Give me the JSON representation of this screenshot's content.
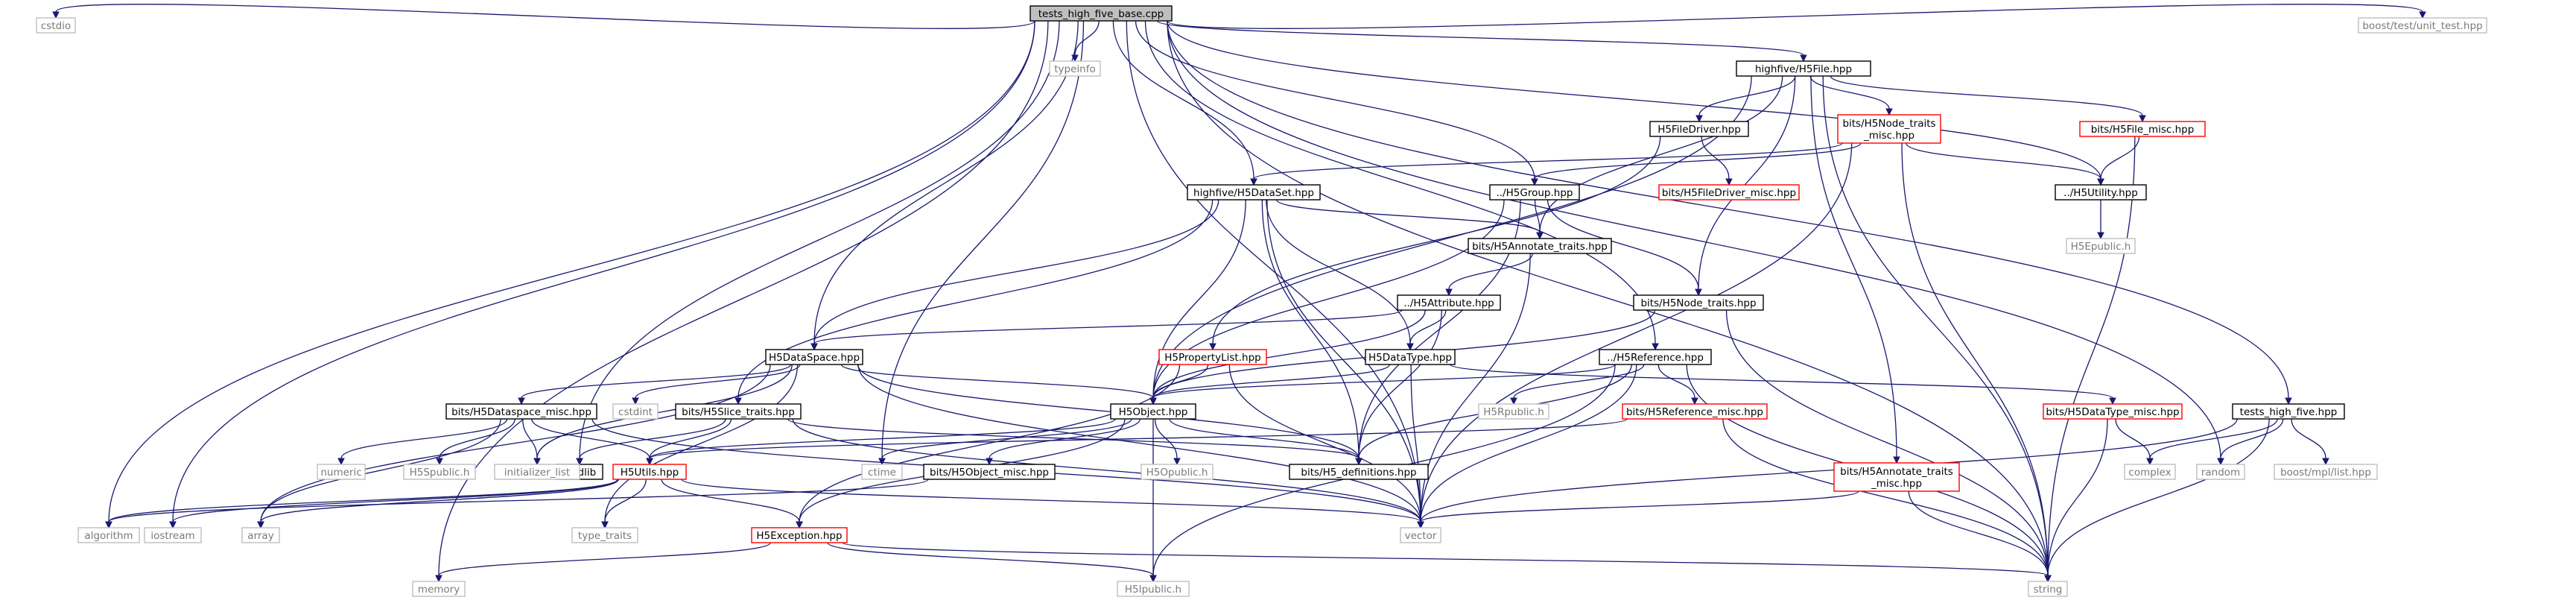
{
  "colors": {
    "edge": "#191970",
    "root_fill": "#bfbfbf",
    "border_black": "#000000",
    "border_red": "#ff0000",
    "border_grey": "#bfbfbf",
    "text": "#000000",
    "text_grey": "#7a7a7a"
  },
  "nodes": [
    {
      "id": "root",
      "lines": [
        "tests_high_five_base.cpp"
      ],
      "style": "root"
    },
    {
      "id": "stdlibh",
      "lines": [
        "cstdlib"
      ],
      "style": "black"
    },
    {
      "id": "boost_test",
      "lines": [
        "boost/test/unit_test.hpp"
      ],
      "style": "grey"
    },
    {
      "id": "typeinfo",
      "lines": [
        "typeinfo"
      ],
      "style": "grey"
    },
    {
      "id": "cstdio",
      "lines": [
        "cstdio"
      ],
      "style": "grey"
    },
    {
      "id": "h5file",
      "lines": [
        "highfive/H5File.hpp"
      ],
      "style": "black"
    },
    {
      "id": "h5filedriver",
      "lines": [
        "H5FileDriver.hpp"
      ],
      "style": "black"
    },
    {
      "id": "h5node_misc",
      "lines": [
        "bits/H5Node_traits",
        "_misc.hpp"
      ],
      "style": "red"
    },
    {
      "id": "h5file_misc",
      "lines": [
        "bits/H5File_misc.hpp"
      ],
      "style": "red"
    },
    {
      "id": "h5dataset",
      "lines": [
        "highfive/H5DataSet.hpp"
      ],
      "style": "black"
    },
    {
      "id": "h5group",
      "lines": [
        "../H5Group.hpp"
      ],
      "style": "black"
    },
    {
      "id": "h5filedriver_misc",
      "lines": [
        "bits/H5FileDriver_misc.hpp"
      ],
      "style": "red"
    },
    {
      "id": "h5utility",
      "lines": [
        "../H5Utility.hpp"
      ],
      "style": "black"
    },
    {
      "id": "h5annotate",
      "lines": [
        "bits/H5Annotate_traits.hpp"
      ],
      "style": "black"
    },
    {
      "id": "h5epublic",
      "lines": [
        "H5Epublic.h"
      ],
      "style": "grey"
    },
    {
      "id": "h5attribute",
      "lines": [
        "../H5Attribute.hpp"
      ],
      "style": "black"
    },
    {
      "id": "h5node_traits",
      "lines": [
        "bits/H5Node_traits.hpp"
      ],
      "style": "black"
    },
    {
      "id": "h5dataspace",
      "lines": [
        "H5DataSpace.hpp"
      ],
      "style": "black"
    },
    {
      "id": "h5propertylist",
      "lines": [
        "H5PropertyList.hpp"
      ],
      "style": "red"
    },
    {
      "id": "h5datatype",
      "lines": [
        "H5DataType.hpp"
      ],
      "style": "black"
    },
    {
      "id": "h5reference",
      "lines": [
        "../H5Reference.hpp"
      ],
      "style": "black"
    },
    {
      "id": "dataspace_misc",
      "lines": [
        "bits/H5Dataspace_misc.hpp"
      ],
      "style": "black"
    },
    {
      "id": "slice_traits",
      "lines": [
        "bits/H5Slice_traits.hpp"
      ],
      "style": "black"
    },
    {
      "id": "cstdint",
      "lines": [
        "cstdint"
      ],
      "style": "grey"
    },
    {
      "id": "h5object",
      "lines": [
        "H5Object.hpp"
      ],
      "style": "black"
    },
    {
      "id": "h5rpublic",
      "lines": [
        "H5Rpublic.h"
      ],
      "style": "grey"
    },
    {
      "id": "h5reference_misc",
      "lines": [
        "bits/H5Reference_misc.hpp"
      ],
      "style": "red"
    },
    {
      "id": "h5datatype_misc",
      "lines": [
        "bits/H5DataType_misc.hpp"
      ],
      "style": "red"
    },
    {
      "id": "tests_high_five",
      "lines": [
        "tests_high_five.hpp"
      ],
      "style": "black"
    },
    {
      "id": "numeric",
      "lines": [
        "numeric"
      ],
      "style": "grey"
    },
    {
      "id": "h5spublic",
      "lines": [
        "H5Spublic.h"
      ],
      "style": "grey"
    },
    {
      "id": "initializer_list",
      "lines": [
        "initializer_list"
      ],
      "style": "grey"
    },
    {
      "id": "h5utils",
      "lines": [
        "H5Utils.hpp"
      ],
      "style": "red"
    },
    {
      "id": "ctime",
      "lines": [
        "ctime"
      ],
      "style": "grey"
    },
    {
      "id": "h5object_misc",
      "lines": [
        "bits/H5Object_misc.hpp"
      ],
      "style": "black"
    },
    {
      "id": "h5opublic",
      "lines": [
        "H5Opublic.h"
      ],
      "style": "grey"
    },
    {
      "id": "h5_definitions",
      "lines": [
        "bits/H5_definitions.hpp"
      ],
      "style": "black"
    },
    {
      "id": "h5annotate_misc",
      "lines": [
        "bits/H5Annotate_traits",
        "_misc.hpp"
      ],
      "style": "red"
    },
    {
      "id": "complex",
      "lines": [
        "complex"
      ],
      "style": "grey"
    },
    {
      "id": "random",
      "lines": [
        "random"
      ],
      "style": "grey"
    },
    {
      "id": "boost_mpl",
      "lines": [
        "boost/mpl/list.hpp"
      ],
      "style": "grey"
    },
    {
      "id": "algorithm",
      "lines": [
        "algorithm"
      ],
      "style": "grey"
    },
    {
      "id": "iostream",
      "lines": [
        "iostream"
      ],
      "style": "grey"
    },
    {
      "id": "array",
      "lines": [
        "array"
      ],
      "style": "grey"
    },
    {
      "id": "type_traits",
      "lines": [
        "type_traits"
      ],
      "style": "grey"
    },
    {
      "id": "vector",
      "lines": [
        "vector"
      ],
      "style": "grey"
    },
    {
      "id": "h5exception",
      "lines": [
        "H5Exception.hpp"
      ],
      "style": "red"
    },
    {
      "id": "memory",
      "lines": [
        "memory"
      ],
      "style": "grey"
    },
    {
      "id": "h5ipublic",
      "lines": [
        "H5Ipublic.h"
      ],
      "style": "grey"
    },
    {
      "id": "string",
      "lines": [
        "string"
      ],
      "style": "grey"
    }
  ],
  "edges": [
    [
      "root",
      "memory"
    ],
    [
      "root",
      "cstdio"
    ],
    [
      "root",
      "algorithm"
    ],
    [
      "root",
      "iostream"
    ],
    [
      "root",
      "stdlibh"
    ],
    [
      "root",
      "h5dataspace"
    ],
    [
      "root",
      "h5dataset"
    ],
    [
      "root",
      "typeinfo"
    ],
    [
      "root",
      "ctime"
    ],
    [
      "root",
      "vector"
    ],
    [
      "root",
      "h5group"
    ],
    [
      "root",
      "h5reference"
    ],
    [
      "root",
      "h5file"
    ],
    [
      "root",
      "h5utility"
    ],
    [
      "root",
      "random"
    ],
    [
      "root",
      "tests_high_five"
    ],
    [
      "root",
      "boost_test"
    ],
    [
      "root",
      "string"
    ],
    [
      "h5file",
      "h5object"
    ],
    [
      "h5file",
      "h5filedriver"
    ],
    [
      "h5file",
      "h5annotate"
    ],
    [
      "h5file",
      "h5node_misc"
    ],
    [
      "h5file",
      "h5node_traits"
    ],
    [
      "h5file",
      "h5file_misc"
    ],
    [
      "h5file",
      "h5annotate_misc"
    ],
    [
      "h5file",
      "string"
    ],
    [
      "h5filedriver",
      "h5propertylist"
    ],
    [
      "h5filedriver",
      "h5filedriver_misc"
    ],
    [
      "h5node_misc",
      "h5dataset"
    ],
    [
      "h5node_misc",
      "h5group"
    ],
    [
      "h5node_misc",
      "h5utility"
    ],
    [
      "h5node_misc",
      "vector"
    ],
    [
      "h5node_misc",
      "string"
    ],
    [
      "h5file_misc",
      "h5utility"
    ],
    [
      "h5file_misc",
      "string"
    ],
    [
      "h5utility",
      "h5epublic"
    ],
    [
      "h5dataset",
      "h5dataspace"
    ],
    [
      "h5dataset",
      "h5annotate"
    ],
    [
      "h5dataset",
      "slice_traits"
    ],
    [
      "h5dataset",
      "h5datatype"
    ],
    [
      "h5dataset",
      "h5object"
    ],
    [
      "h5dataset",
      "h5_definitions"
    ],
    [
      "h5dataset",
      "vector"
    ],
    [
      "h5group",
      "h5annotate"
    ],
    [
      "h5group",
      "h5node_traits"
    ],
    [
      "h5group",
      "h5object"
    ],
    [
      "h5group",
      "h5_definitions"
    ],
    [
      "h5annotate",
      "h5attribute"
    ],
    [
      "h5annotate",
      "vector"
    ],
    [
      "h5attribute",
      "h5dataspace"
    ],
    [
      "h5attribute",
      "h5datatype"
    ],
    [
      "h5attribute",
      "h5object"
    ],
    [
      "h5attribute",
      "h5_definitions"
    ],
    [
      "h5node_traits",
      "h5object"
    ],
    [
      "h5node_traits",
      "string"
    ],
    [
      "h5dataspace",
      "dataspace_misc"
    ],
    [
      "h5dataspace",
      "h5object"
    ],
    [
      "h5dataspace",
      "cstdint"
    ],
    [
      "h5dataspace",
      "initializer_list"
    ],
    [
      "h5dataspace",
      "array"
    ],
    [
      "h5dataspace",
      "type_traits"
    ],
    [
      "h5dataspace",
      "vector"
    ],
    [
      "h5dataspace",
      "h5_definitions"
    ],
    [
      "h5propertylist",
      "h5object"
    ],
    [
      "h5propertylist",
      "h5exception"
    ],
    [
      "h5propertylist",
      "vector"
    ],
    [
      "h5datatype",
      "h5object"
    ],
    [
      "h5datatype",
      "h5datatype_misc"
    ],
    [
      "h5datatype",
      "vector"
    ],
    [
      "h5reference",
      "h5object"
    ],
    [
      "h5reference",
      "h5rpublic"
    ],
    [
      "h5reference",
      "h5reference_misc"
    ],
    [
      "h5reference",
      "vector"
    ],
    [
      "h5reference",
      "string"
    ],
    [
      "h5reference",
      "h5ipublic"
    ],
    [
      "h5reference",
      "h5_definitions"
    ],
    [
      "dataspace_misc",
      "numeric"
    ],
    [
      "dataspace_misc",
      "h5spublic"
    ],
    [
      "dataspace_misc",
      "initializer_list"
    ],
    [
      "dataspace_misc",
      "h5utils"
    ],
    [
      "dataspace_misc",
      "array"
    ],
    [
      "dataspace_misc",
      "vector"
    ],
    [
      "slice_traits",
      "cstdlib"
    ],
    [
      "slice_traits",
      "h5utils"
    ],
    [
      "slice_traits",
      "vector"
    ],
    [
      "slice_traits",
      "h5_definitions"
    ],
    [
      "h5object",
      "h5utils"
    ],
    [
      "h5object",
      "ctime"
    ],
    [
      "h5object",
      "h5object_misc"
    ],
    [
      "h5object",
      "h5opublic"
    ],
    [
      "h5object",
      "h5_definitions"
    ],
    [
      "h5object",
      "h5exception"
    ],
    [
      "h5object",
      "h5ipublic"
    ],
    [
      "h5reference_misc",
      "h5utils"
    ],
    [
      "h5reference_misc",
      "string"
    ],
    [
      "h5datatype_misc",
      "complex"
    ],
    [
      "h5datatype_misc",
      "string"
    ],
    [
      "tests_high_five",
      "complex"
    ],
    [
      "tests_high_five",
      "random"
    ],
    [
      "tests_high_five",
      "boost_mpl"
    ],
    [
      "tests_high_five",
      "vector"
    ],
    [
      "tests_high_five",
      "string"
    ],
    [
      "h5utils",
      "algorithm"
    ],
    [
      "h5utils",
      "array"
    ],
    [
      "h5utils",
      "type_traits"
    ],
    [
      "h5utils",
      "vector"
    ],
    [
      "h5utils",
      "h5exception"
    ],
    [
      "h5utils",
      "iostream"
    ],
    [
      "h5object_misc",
      "algorithm"
    ],
    [
      "h5annotate_misc",
      "vector"
    ],
    [
      "h5annotate_misc",
      "string"
    ],
    [
      "h5exception",
      "memory"
    ],
    [
      "h5exception",
      "h5ipublic"
    ],
    [
      "h5exception",
      "string"
    ]
  ]
}
